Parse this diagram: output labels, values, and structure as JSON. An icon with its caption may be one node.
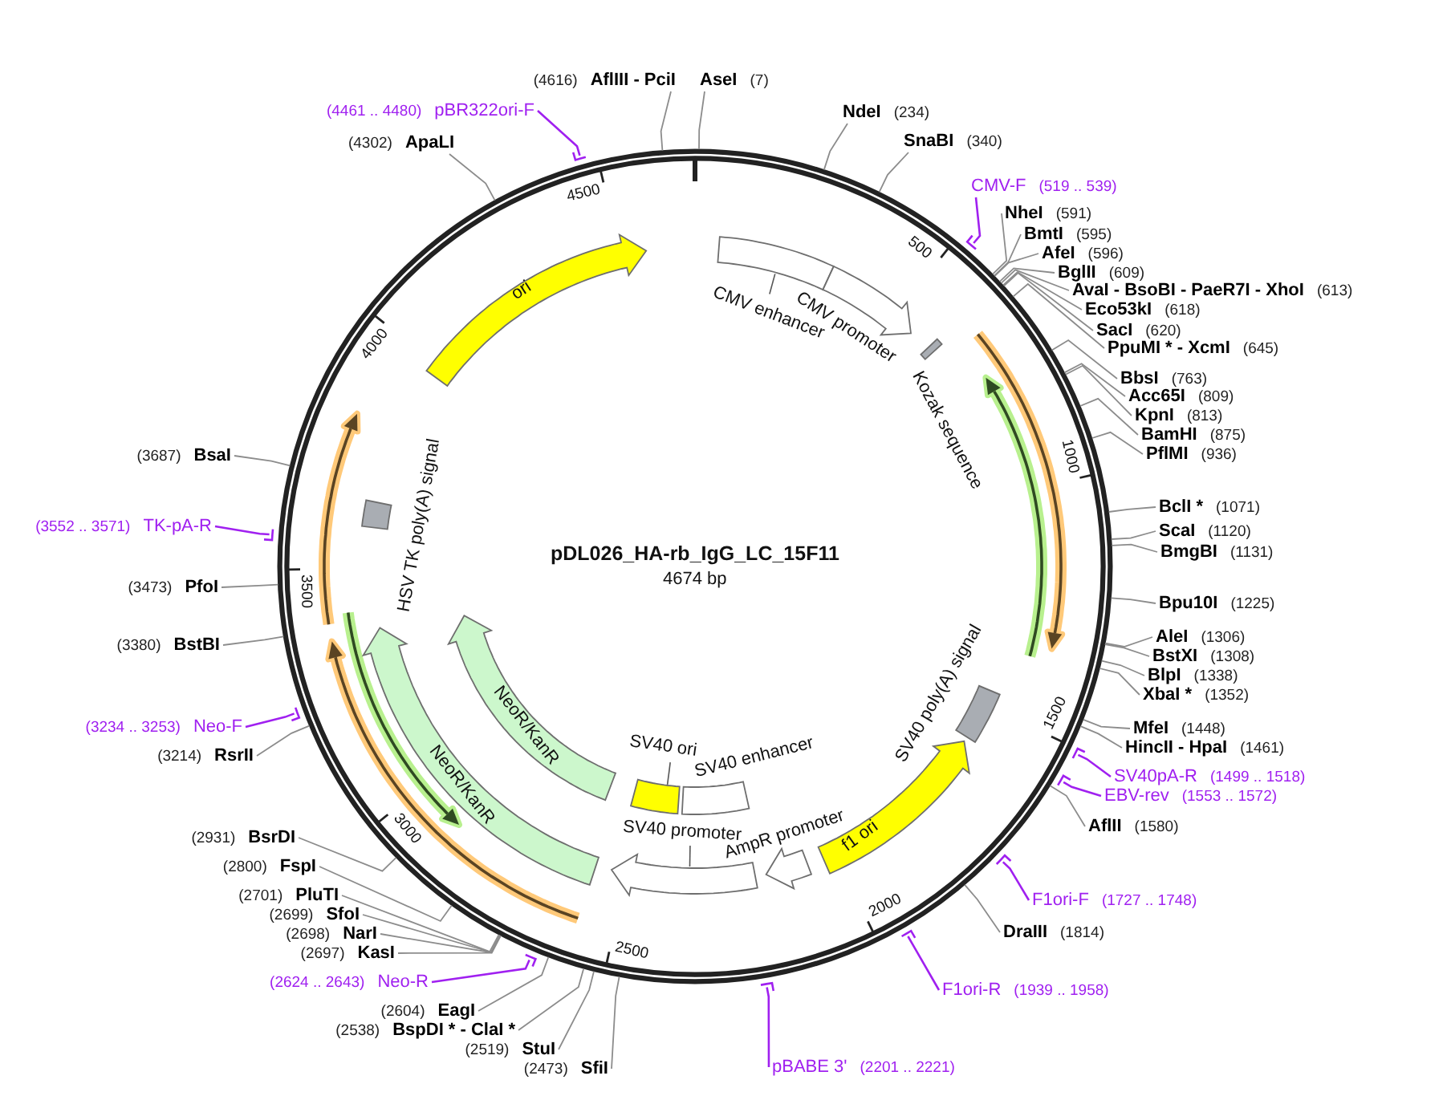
{
  "diagram": {
    "title": "pDL026_HA-rb_IgG_LC_15F11",
    "nodes": [
      {
        "text": [
          "AseI",
          "(7)"
        ]
      },
      {
        "text": [
          "NdeI",
          "(234)"
        ]
      },
      {
        "text": [
          "SnaBI",
          "(340)"
        ]
      },
      {
        "text": [
          "CMV-F",
          "(519 .. 539)"
        ]
      },
      {
        "text": [
          "NheI",
          "(591)"
        ]
      },
      {
        "text": [
          "BmtI",
          "(595)"
        ]
      },
      {
        "text": [
          "AfeI",
          "(596)"
        ]
      },
      {
        "text": [
          "BglII",
          "(609)"
        ]
      },
      {
        "text": [
          "AvaI - BsoBI - PaeR7I - XhoI",
          "(613)"
        ]
      },
      {
        "text": [
          "Eco53kI",
          "(618)"
        ]
      },
      {
        "text": [
          "SacI",
          "(620)"
        ]
      },
      {
        "text": [
          "PpuMI * - XcmI",
          "(645)"
        ]
      },
      {
        "text": [
          "BbsI",
          "(763)"
        ]
      },
      {
        "text": [
          "Acc65I",
          "(809)"
        ]
      },
      {
        "text": [
          "KpnI",
          "(813)"
        ]
      },
      {
        "text": [
          "BamHI",
          "(875)"
        ]
      },
      {
        "text": [
          "PflMI",
          "(936)"
        ]
      },
      {
        "text": [
          "BclI *",
          "(1071)"
        ]
      },
      {
        "text": [
          "ScaI",
          "(1120)"
        ]
      },
      {
        "text": [
          "BmgBI",
          "(1131)"
        ]
      },
      {
        "text": [
          "Bpu10I",
          "(1225)"
        ]
      },
      {
        "text": [
          "AleI",
          "(1306)"
        ]
      },
      {
        "text": [
          "BstXI",
          "(1308)"
        ]
      },
      {
        "text": [
          "BlpI",
          "(1338)"
        ]
      },
      {
        "text": [
          "XbaI *",
          "(1352)"
        ]
      },
      {
        "text": [
          "MfeI",
          "(1448)"
        ]
      },
      {
        "text": [
          "HincII - HpaI",
          "(1461)"
        ]
      },
      {
        "text": [
          "SV40pA-R",
          "(1499 .. 1518)"
        ]
      },
      {
        "text": [
          "EBV-rev",
          "(1553 .. 1572)"
        ]
      },
      {
        "text": [
          "AflII",
          "(1580)"
        ]
      },
      {
        "text": [
          "F1ori-F",
          "(1727 .. 1748)"
        ]
      },
      {
        "text": [
          "DraIII",
          "(1814)"
        ]
      },
      {
        "text": [
          "F1ori-R",
          "(1939 .. 1958)"
        ]
      },
      {
        "text": [
          "pBABE 3'",
          "(2201 .. 2221)"
        ]
      },
      {
        "text": [
          "(2473)",
          "SfiI"
        ]
      },
      {
        "text": [
          "(2519)",
          "StuI"
        ]
      },
      {
        "text": [
          "(2538)",
          "BspDI * - ClaI *"
        ]
      },
      {
        "text": [
          "(2604)",
          "EagI"
        ]
      },
      {
        "text": [
          "(2624 .. 2643)",
          "Neo-R"
        ]
      },
      {
        "text": [
          "(2697)",
          "KasI"
        ]
      },
      {
        "text": [
          "(2698)",
          "NarI"
        ]
      },
      {
        "text": [
          "(2699)",
          "SfoI"
        ]
      },
      {
        "text": [
          "(2701)",
          "PluTI"
        ]
      },
      {
        "text": [
          "(2800)",
          "FspI"
        ]
      },
      {
        "text": [
          "(2931)",
          "BsrDI"
        ]
      },
      {
        "text": [
          "(3214)",
          "RsrII"
        ]
      },
      {
        "text": [
          "(3234 .. 3253)",
          "Neo-F"
        ]
      },
      {
        "text": [
          "(3380)",
          "BstBI"
        ]
      },
      {
        "text": [
          "(3473)",
          "PfoI"
        ]
      },
      {
        "text": [
          "(3552 .. 3571)",
          "TK-pA-R"
        ]
      },
      {
        "text": [
          "(3687)",
          "BsaI"
        ]
      },
      {
        "text": [
          "(4302)",
          "ApaLI"
        ]
      },
      {
        "text": [
          "(4461 .. 4480)",
          "pBR322ori-F"
        ]
      },
      {
        "text": [
          "(4616)",
          "AflIII - PciI"
        ]
      },
      {
        "text": [
          "ori"
        ]
      },
      {
        "text": [
          "CMV enhancer"
        ]
      },
      {
        "text": [
          "CMV promoter"
        ]
      },
      {
        "text": [
          "Kozak sequence"
        ]
      },
      {
        "text": [
          "SV40 poly(A) signal"
        ]
      },
      {
        "text": [
          "f1 ori"
        ]
      },
      {
        "text": [
          "AmpR promoter"
        ]
      },
      {
        "text": [
          "SV40 promoter"
        ]
      },
      {
        "text": [
          "SV40 enhancer"
        ]
      },
      {
        "text": [
          "SV40 ori"
        ]
      },
      {
        "text": [
          "NeoR/KanR"
        ]
      },
      {
        "text": [
          "NeoR/KanR"
        ]
      },
      {
        "text": [
          "HSV TK poly(A) signal"
        ]
      }
    ],
    "edges": [
      {
        "from": 0,
        "to": null,
        "arrow": "none"
      },
      {
        "from": 1,
        "to": null,
        "arrow": "none"
      },
      {
        "from": 2,
        "to": null,
        "arrow": "none"
      },
      {
        "from": 3,
        "to": null,
        "arrow": "none",
        "color": "#a020f0"
      },
      {
        "from": 4,
        "to": null,
        "arrow": "none"
      },
      {
        "from": 5,
        "to": null,
        "arrow": "none"
      },
      {
        "from": 6,
        "to": null,
        "arrow": "none"
      },
      {
        "from": 7,
        "to": null,
        "arrow": "none"
      },
      {
        "from": 8,
        "to": null,
        "arrow": "none"
      },
      {
        "from": 9,
        "to": null,
        "arrow": "none"
      },
      {
        "from": 10,
        "to": null,
        "arrow": "none"
      },
      {
        "from": 11,
        "to": null,
        "arrow": "none"
      },
      {
        "from": 12,
        "to": null,
        "arrow": "none"
      },
      {
        "from": 13,
        "to": null,
        "arrow": "none"
      },
      {
        "from": 14,
        "to": null,
        "arrow": "none"
      },
      {
        "from": 15,
        "to": null,
        "arrow": "none"
      },
      {
        "from": 16,
        "to": null,
        "arrow": "none"
      },
      {
        "from": 17,
        "to": null,
        "arrow": "none"
      },
      {
        "from": 18,
        "to": null,
        "arrow": "none"
      },
      {
        "from": 19,
        "to": null,
        "arrow": "none"
      },
      {
        "from": 20,
        "to": null,
        "arrow": "none"
      },
      {
        "from": 21,
        "to": null,
        "arrow": "none"
      },
      {
        "from": 22,
        "to": null,
        "arrow": "none"
      },
      {
        "from": 23,
        "to": null,
        "arrow": "none"
      },
      {
        "from": 24,
        "to": null,
        "arrow": "none"
      },
      {
        "from": 25,
        "to": null,
        "arrow": "none"
      },
      {
        "from": 26,
        "to": null,
        "arrow": "none"
      },
      {
        "from": 27,
        "to": null,
        "arrow": "none",
        "color": "#a020f0"
      },
      {
        "from": 28,
        "to": null,
        "arrow": "none",
        "color": "#a020f0"
      },
      {
        "from": 29,
        "to": null,
        "arrow": "none"
      },
      {
        "from": 30,
        "to": null,
        "arrow": "none",
        "color": "#a020f0"
      },
      {
        "from": 31,
        "to": null,
        "arrow": "none"
      },
      {
        "from": 32,
        "to": null,
        "arrow": "none",
        "color": "#a020f0"
      },
      {
        "from": 33,
        "to": null,
        "arrow": "none",
        "color": "#a020f0"
      },
      {
        "from": 34,
        "to": null,
        "arrow": "none"
      },
      {
        "from": 35,
        "to": null,
        "arrow": "none"
      },
      {
        "from": 36,
        "to": null,
        "arrow": "none"
      },
      {
        "from": 37,
        "to": null,
        "arrow": "none"
      },
      {
        "from": 38,
        "to": null,
        "arrow": "none",
        "color": "#a020f0"
      },
      {
        "from": 39,
        "to": null,
        "arrow": "none"
      },
      {
        "from": 40,
        "to": null,
        "arrow": "none"
      },
      {
        "from": 41,
        "to": null,
        "arrow": "none"
      },
      {
        "from": 42,
        "to": null,
        "arrow": "none"
      },
      {
        "from": 43,
        "to": null,
        "arrow": "none"
      },
      {
        "from": 44,
        "to": null,
        "arrow": "none"
      },
      {
        "from": 45,
        "to": null,
        "arrow": "none"
      },
      {
        "from": 46,
        "to": null,
        "arrow": "none",
        "color": "#a020f0"
      },
      {
        "from": 47,
        "to": null,
        "arrow": "none"
      },
      {
        "from": 48,
        "to": null,
        "arrow": "none"
      },
      {
        "from": 49,
        "to": null,
        "arrow": "none",
        "color": "#a020f0"
      },
      {
        "from": 50,
        "to": null,
        "arrow": "none"
      },
      {
        "from": 51,
        "to": null,
        "arrow": "none"
      },
      {
        "from": 52,
        "to": null,
        "arrow": "none",
        "color": "#a020f0"
      },
      {
        "from": 53,
        "to": null,
        "arrow": "none"
      }
    ],
    "labels": [
      "4674 bp",
      "500",
      "1000",
      "1500",
      "2000",
      "2500",
      "3000",
      "3500",
      "4000",
      "4500"
    ]
  }
}
